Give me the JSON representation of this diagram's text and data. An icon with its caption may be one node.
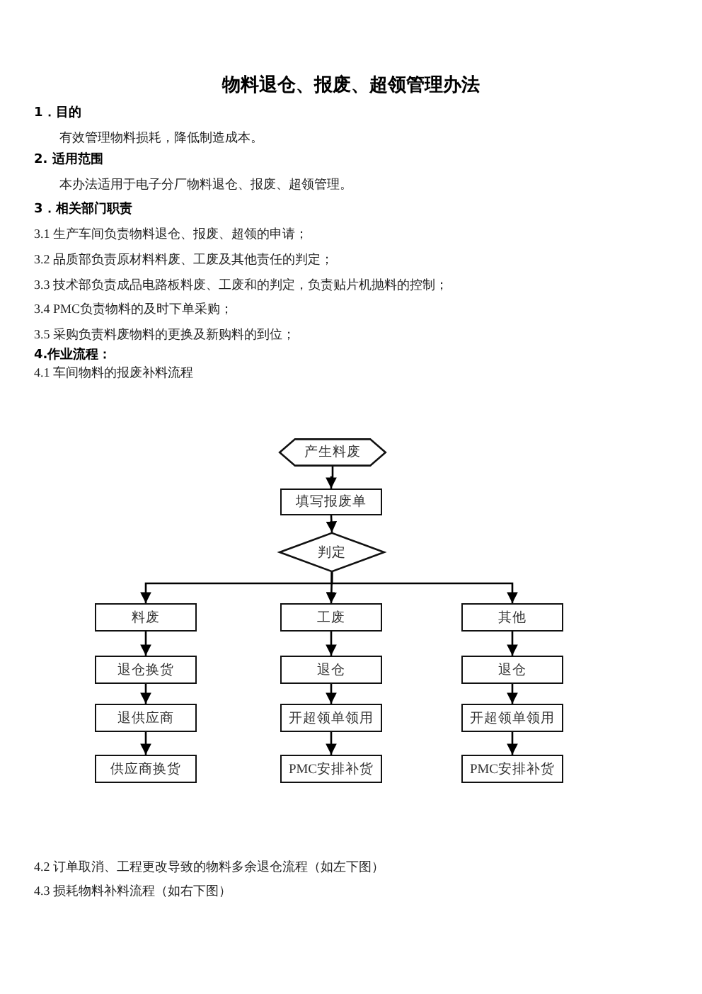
{
  "diagram": {
    "title": "物料退仓、报废、超领管理办法",
    "nodes": [
      {
        "text": [
          "产生料废"
        ]
      },
      {
        "text": [
          "填写报废单"
        ]
      },
      {
        "text": [
          "判定"
        ]
      },
      {
        "text": [
          "料废"
        ]
      },
      {
        "text": [
          "工废"
        ]
      },
      {
        "text": [
          "其他"
        ]
      },
      {
        "text": [
          "退仓换货"
        ]
      },
      {
        "text": [
          "退仓"
        ]
      },
      {
        "text": [
          "退仓"
        ]
      },
      {
        "text": [
          "退供应商"
        ]
      },
      {
        "text": [
          "开超领单领用"
        ]
      },
      {
        "text": [
          "开超领单领用"
        ]
      },
      {
        "text": [
          "供应商换货"
        ]
      },
      {
        "text": [
          "PMC安排补货"
        ]
      },
      {
        "text": [
          "PMC安排补货"
        ]
      }
    ],
    "edges": [
      {
        "from": 0,
        "to": 1,
        "arrow": "to"
      },
      {
        "from": 1,
        "to": 2,
        "arrow": "to"
      },
      {
        "from": 2,
        "to": 3,
        "arrow": "to"
      },
      {
        "from": 2,
        "to": 4,
        "arrow": "to"
      },
      {
        "from": 2,
        "to": 5,
        "arrow": "to"
      },
      {
        "from": 3,
        "to": 6,
        "arrow": "to"
      },
      {
        "from": 6,
        "to": 9,
        "arrow": "to"
      },
      {
        "from": 9,
        "to": 12,
        "arrow": "to"
      },
      {
        "from": 4,
        "to": 7,
        "arrow": "to"
      },
      {
        "from": 7,
        "to": 10,
        "arrow": "to"
      },
      {
        "from": 10,
        "to": 13,
        "arrow": "to"
      },
      {
        "from": 5,
        "to": 8,
        "arrow": "to"
      },
      {
        "from": 8,
        "to": 11,
        "arrow": "to"
      },
      {
        "from": 11,
        "to": 14,
        "arrow": "to"
      }
    ],
    "labels": [
      "1．目的",
      "有效管理物料损耗，降低制造成本。",
      "2. 适用范围",
      "本办法适用于电子分厂物料退仓、报废、超领管理。",
      "3．相关部门职责",
      "3.1 生产车间负责物料退仓、报废、超领的申请；",
      "3.2 品质部负责原材料料废、工废及其他责任的判定；",
      "3.3 技术部负责成品电路板料废、工废和的判定，负责贴片机抛料的控制；",
      "3.4 PMC负责物料的及时下单采购；",
      "3.5 采购负责料废物料的更换及新购料的到位；",
      "4.作业流程：",
      "4.1 车间物料的报废补料流程",
      "4.2 订单取消、工程更改导致的物料多余退仓流程（如左下图）",
      "4.3 损耗物料补料流程（如右下图）"
    ]
  }
}
